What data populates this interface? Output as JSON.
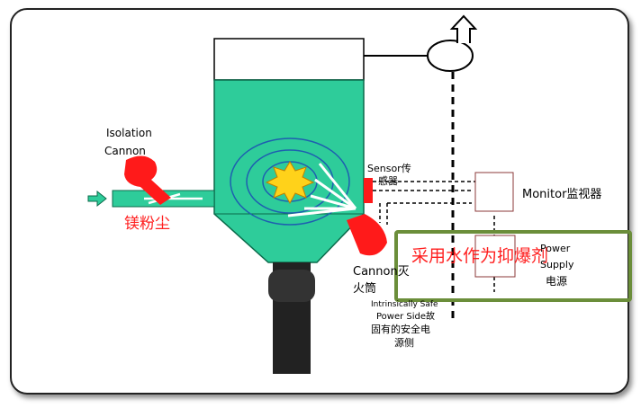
{
  "labels": {
    "isolation_cannon": [
      "Isolation",
      "Cannon"
    ],
    "dust": "镁粉尘",
    "sensor": [
      "Sensor传",
      "感器"
    ],
    "monitor": "Monitor监视器",
    "power_supply": [
      "Power",
      "Supply",
      "电源"
    ],
    "cannon": [
      "Cannon灭",
      "火筒"
    ],
    "intrinsically_safe": [
      "Intrinsically Safe",
      "Power Side故",
      "固有的安全电",
      "源侧"
    ],
    "suppressant_note": "采用水作为抑爆剂"
  },
  "colors": {
    "vessel": "#2ecc9a",
    "cannon": "#ff1a1a",
    "note_border": "#6b8e3a",
    "note_text": "#ff2020",
    "explosion": "#ffd21a"
  }
}
